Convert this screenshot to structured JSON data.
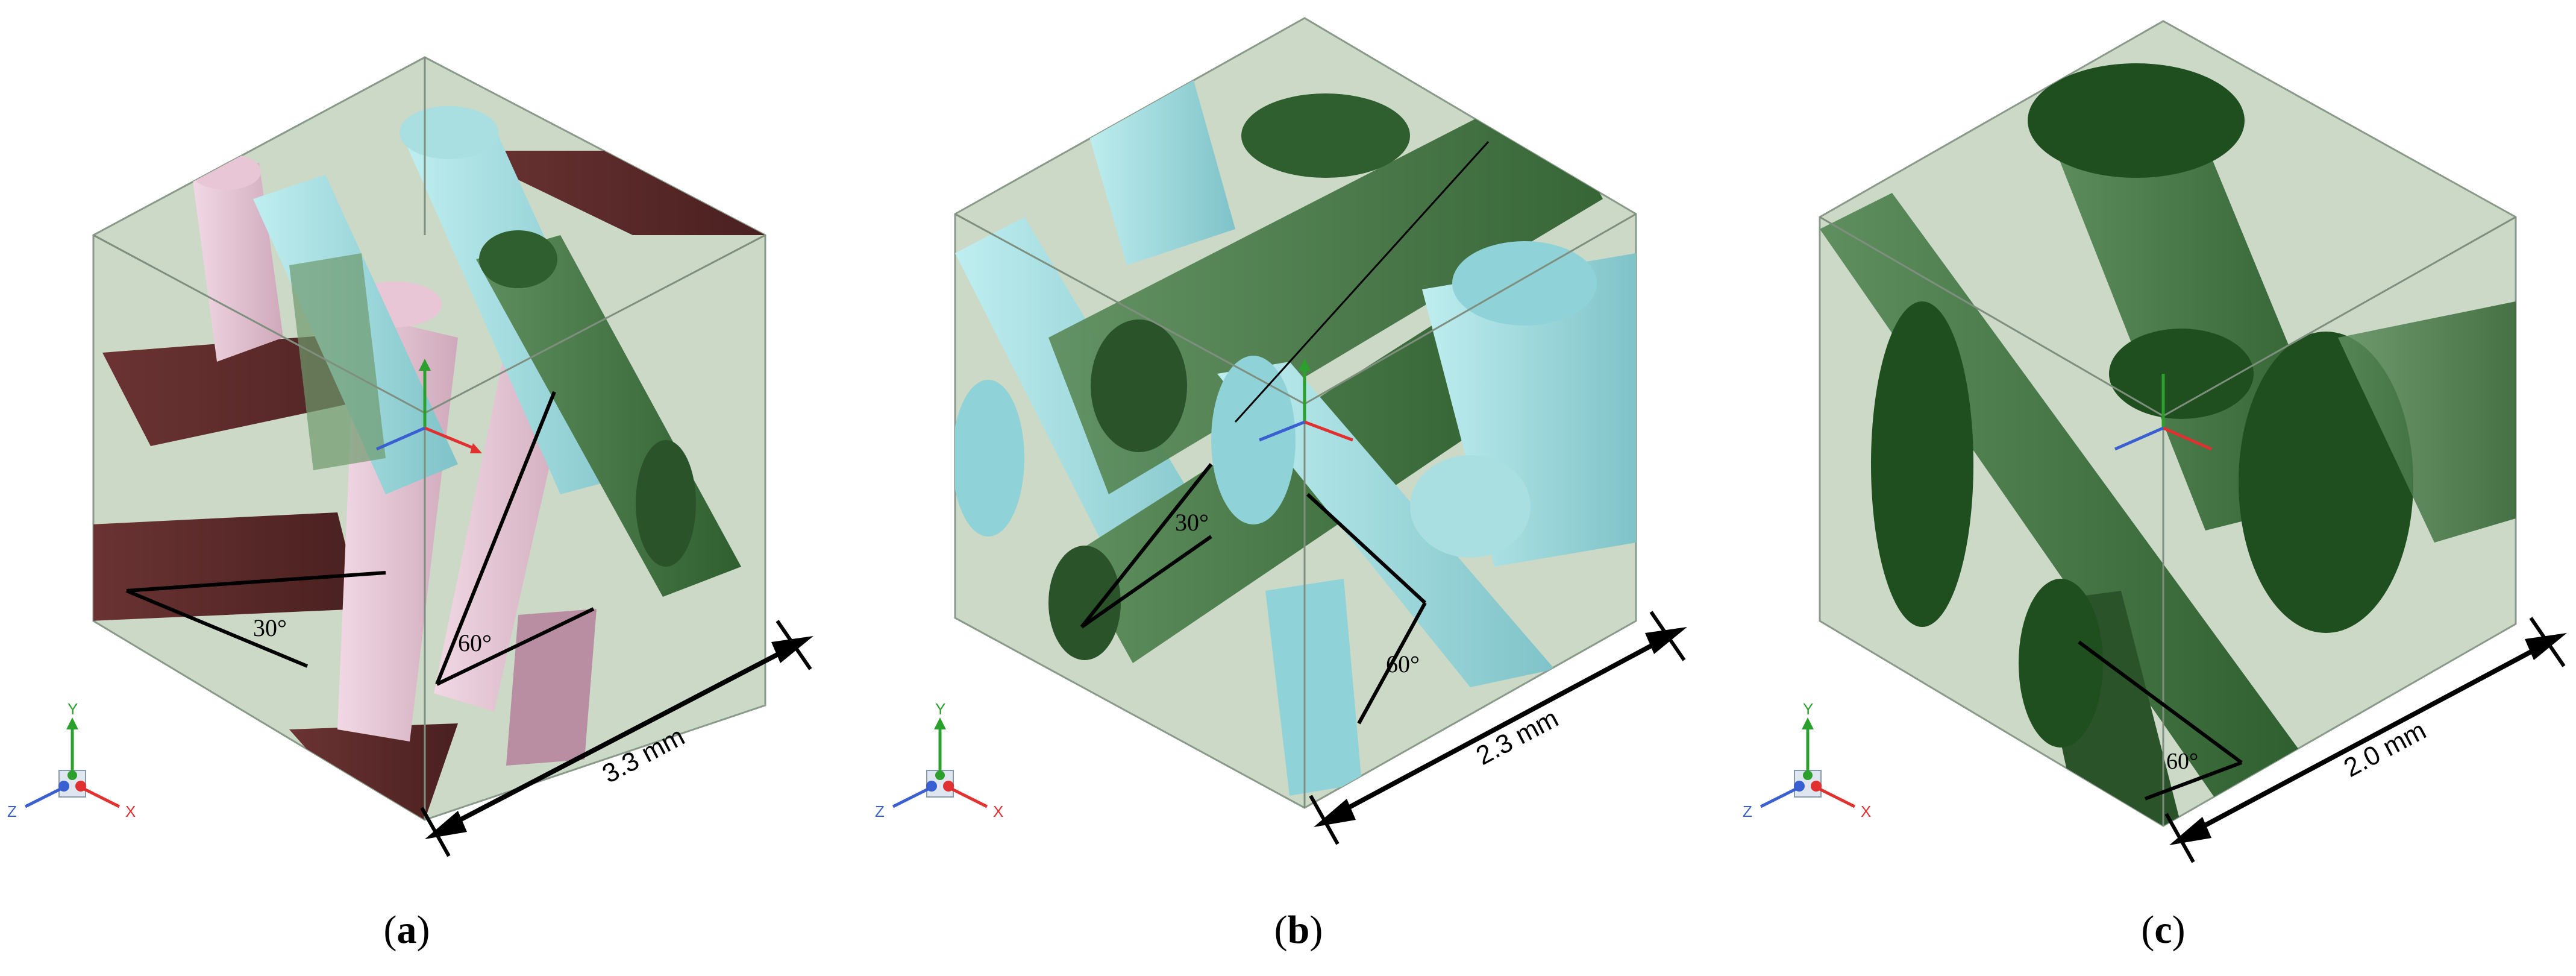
{
  "panels": [
    {
      "letter": "a",
      "dimension": "3.3 mm",
      "angle_labels": [
        "30°",
        "60°"
      ],
      "fiber_colors": [
        "#e8c6d6",
        "#a9dfe0",
        "#5e2b2b",
        "#3c6e3c"
      ]
    },
    {
      "letter": "b",
      "dimension": "2.3 mm",
      "angle_labels": [
        "30°",
        "60°"
      ],
      "fiber_colors": [
        "#8fd3d8",
        "#2f5f2f",
        "#6e9a6e"
      ]
    },
    {
      "letter": "c",
      "dimension": "2.0 mm",
      "angle_labels": [
        "60°"
      ],
      "fiber_colors": [
        "#1f4f1f",
        "#5c8a5c"
      ]
    }
  ],
  "triad": {
    "x": "X",
    "y": "Y",
    "z": "Z"
  },
  "colors": {
    "cube_fill": "#c9d8c4",
    "cube_edge": "#7f8f7f",
    "axis_x": "#e03030",
    "axis_y": "#2ca02c",
    "axis_z": "#3a5fd0"
  }
}
